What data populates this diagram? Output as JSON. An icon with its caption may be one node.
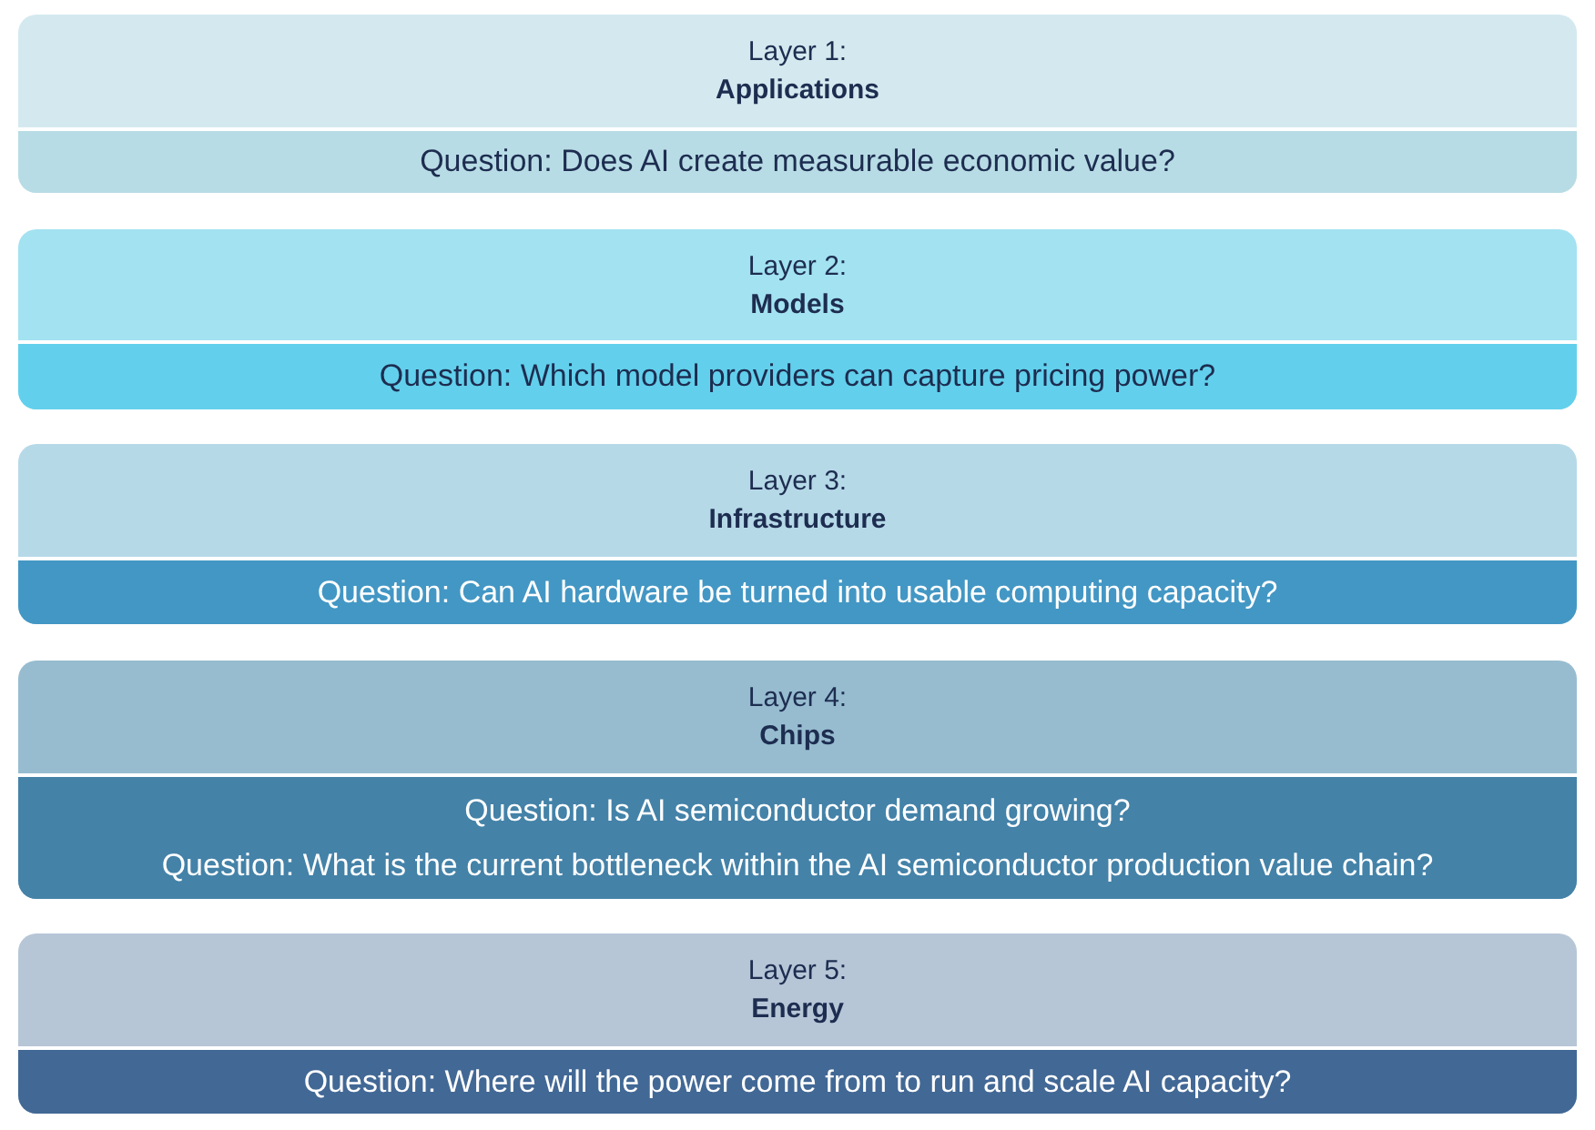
{
  "diagram": {
    "nodes": [
      {
        "text": [
          "Layer 1: **Applications**",
          "Question: Does AI create measurable economic value?"
        ]
      },
      {
        "text": [
          "Layer 2: **Models**",
          "Question: Which model providers can capture pricing power?"
        ]
      },
      {
        "text": [
          "Layer 3: **Infrastructure**",
          "Question: Can AI hardware be turned into usable computing capacity?"
        ]
      },
      {
        "text": [
          "Layer 4: **Chips**",
          "Question: Is AI semiconductor demand growing?",
          "Question: What is the current bottleneck within the AI semiconductor production value chain?"
        ]
      },
      {
        "text": [
          "Layer 5: **Energy**",
          "Question: Where will the power come from to run and scale AI capacity?"
        ]
      }
    ]
  }
}
